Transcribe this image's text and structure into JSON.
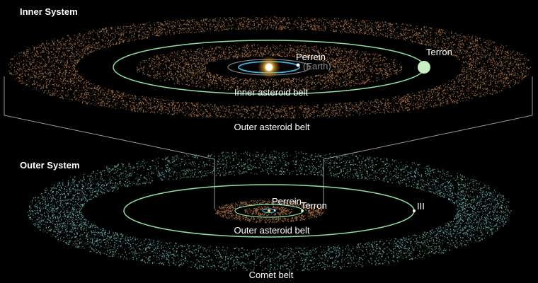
{
  "inner_system": {
    "title": "Inner System",
    "labels": {
      "perrein": "Perrein",
      "earth": "(Earth)",
      "terron": "Terron",
      "inner_belt": "Inner asteroid belt",
      "outer_belt": "Outer asteroid belt"
    }
  },
  "outer_system": {
    "title": "Outer System",
    "labels": {
      "perrein": "Perrein",
      "terron": "Terron",
      "planet_iii": "III",
      "outer_belt": "Outer asteroid belt",
      "comet_belt": "Comet belt"
    }
  },
  "colors": {
    "background": "#000000",
    "asteroid_belt": "#b07848",
    "comet_belt": "#6fb8ad",
    "orbit_green": "#8fe0a0",
    "orbit_blue": "#3ab8e0",
    "orbit_grey": "#7a7a7a",
    "star": "#ffc840",
    "terron_planet": "#c8f0c0",
    "zoom_lines": "#9a9a9a"
  }
}
